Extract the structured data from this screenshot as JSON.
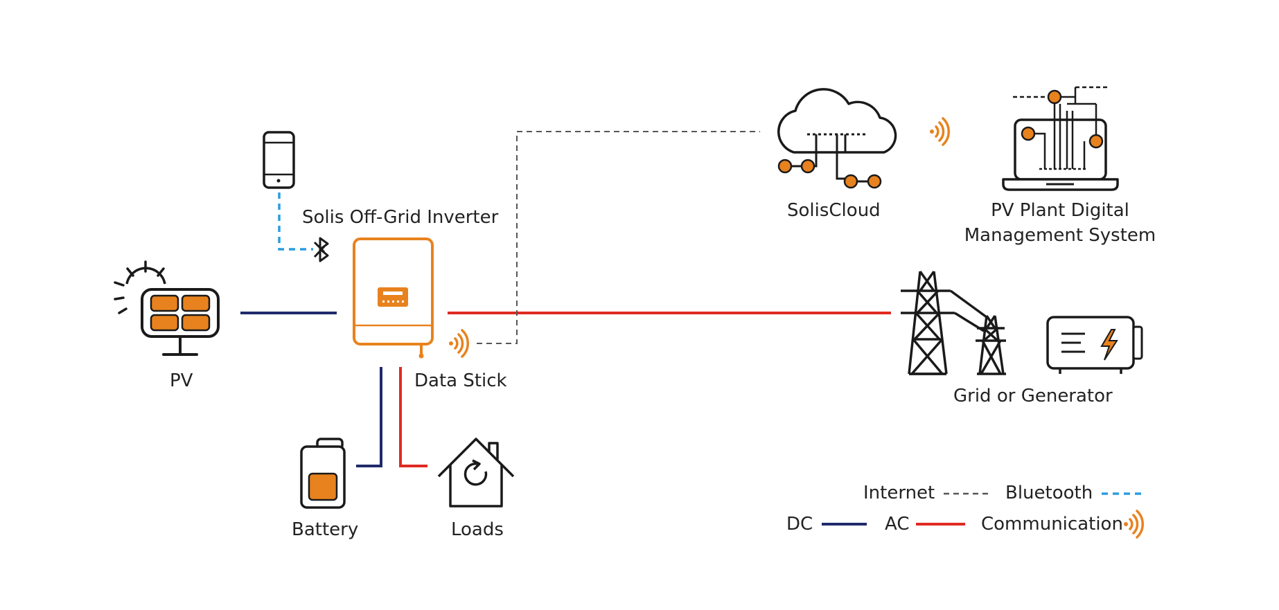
{
  "nodes": {
    "pv": {
      "label": "PV",
      "icon": "solar-panel-icon"
    },
    "phone": {
      "icon": "smartphone-icon"
    },
    "bluetooth": {
      "icon": "bluetooth-icon"
    },
    "inverter": {
      "label": "Solis Off-Grid Inverter",
      "icon": "inverter-icon"
    },
    "data_stick": {
      "label": "Data Stick",
      "icon": "wireless-signal-icon"
    },
    "battery": {
      "label": "Battery",
      "icon": "battery-icon"
    },
    "loads": {
      "label": "Loads",
      "icon": "house-icon"
    },
    "cloud": {
      "label": "SolisCloud",
      "icon": "cloud-icon"
    },
    "management": {
      "label_line1": "PV Plant Digital",
      "label_line2": "Management System",
      "icon": "laptop-icon"
    },
    "grid": {
      "label": "Grid or Generator",
      "icons": [
        "transmission-tower-icon",
        "generator-icon"
      ]
    }
  },
  "connections": [
    {
      "from": "phone",
      "to": "inverter",
      "type": "Bluetooth"
    },
    {
      "from": "pv",
      "to": "inverter",
      "type": "DC"
    },
    {
      "from": "inverter",
      "to": "grid",
      "type": "AC"
    },
    {
      "from": "inverter",
      "to": "battery",
      "type": "DC"
    },
    {
      "from": "inverter",
      "to": "loads",
      "type": "AC"
    },
    {
      "from": "data_stick",
      "to": "cloud",
      "type": "Internet"
    },
    {
      "from": "cloud",
      "to": "management",
      "type": "Communication"
    }
  ],
  "legend": {
    "internet": "Internet",
    "bluetooth": "Bluetooth",
    "dc": "DC",
    "ac": "AC",
    "communication": "Communication"
  },
  "colors": {
    "dc": "#1f2a6b",
    "ac": "#e02a22",
    "bluetooth": "#2a9de0",
    "internet": "#555555",
    "accent": "#e8821e",
    "icon_stroke": "#1a1a1a"
  }
}
